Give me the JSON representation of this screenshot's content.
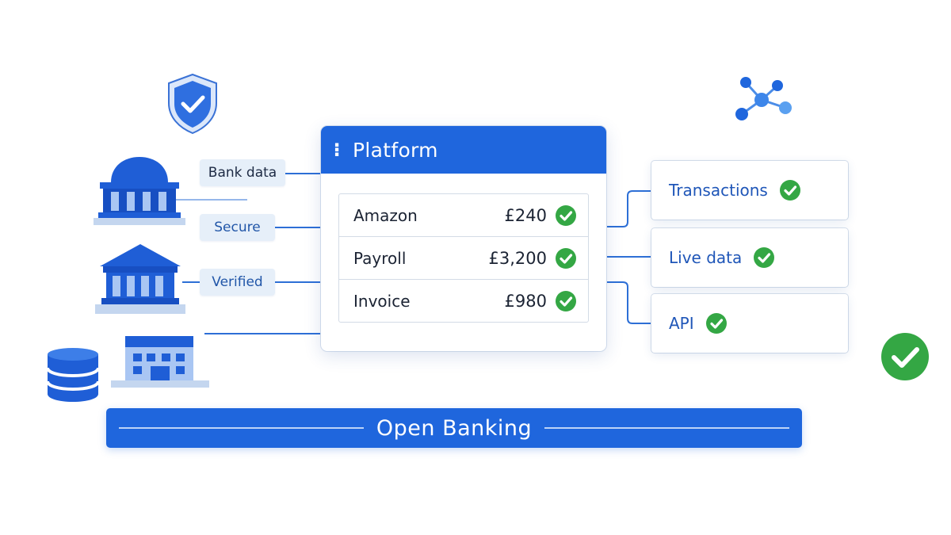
{
  "platform": {
    "title": "Platform",
    "menu_icon": "vertical-dots-icon",
    "transactions": [
      {
        "name": "Amazon",
        "amount": "£240"
      },
      {
        "name": "Payroll",
        "amount": "£3,200"
      },
      {
        "name": "Invoice",
        "amount": "£980"
      }
    ]
  },
  "sources": {
    "tags": [
      "Bank data",
      "Secure",
      "Verified"
    ],
    "icons": [
      "bank-dome-icon",
      "bank-building-icon",
      "database-icon",
      "office-building-icon"
    ]
  },
  "outputs": [
    "Transactions",
    "Live data",
    "API"
  ],
  "footer": {
    "title": "Open Banking"
  },
  "decorations": {
    "shield_icon": "shield-check-icon",
    "network_icon": "network-nodes-icon",
    "big_check_icon": "check-circle-icon"
  },
  "colors": {
    "primary": "#1f66dd",
    "accent_light": "#e6eff9",
    "success": "#34a744",
    "text_dark": "#1b2333",
    "text_blue": "#1f56b8"
  }
}
